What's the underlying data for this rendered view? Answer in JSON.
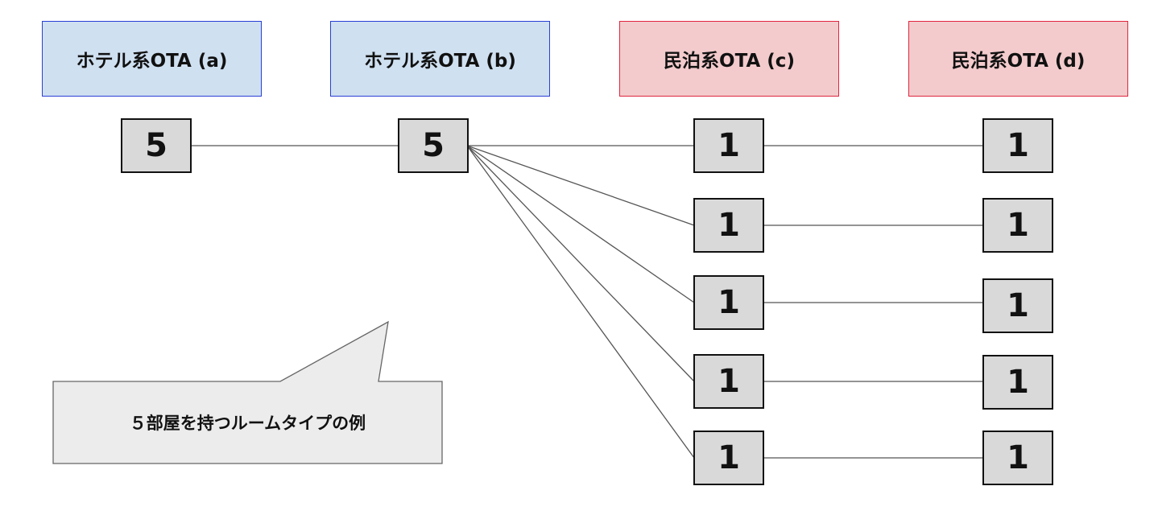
{
  "headers": {
    "hotel_a": "ホテル系OTA (a)",
    "hotel_b": "ホテル系OTA (b)",
    "minpaku_c": "民泊系OTA (c)",
    "minpaku_d": "民泊系OTA (d)"
  },
  "col_a": {
    "value": "5"
  },
  "col_b": {
    "value": "5"
  },
  "col_c": {
    "values": [
      "1",
      "1",
      "1",
      "1",
      "1"
    ]
  },
  "col_d": {
    "values": [
      "1",
      "1",
      "1",
      "1",
      "1"
    ]
  },
  "callout": {
    "text": "５部屋を持つルームタイプの例"
  },
  "colors": {
    "hotel_fill": "#cfe0f1",
    "hotel_border": "#2a3fd6",
    "minpaku_fill": "#f3cbcd",
    "minpaku_border": "#e0263e",
    "box_fill": "#d9d9d9",
    "callout_fill": "#ececec"
  }
}
